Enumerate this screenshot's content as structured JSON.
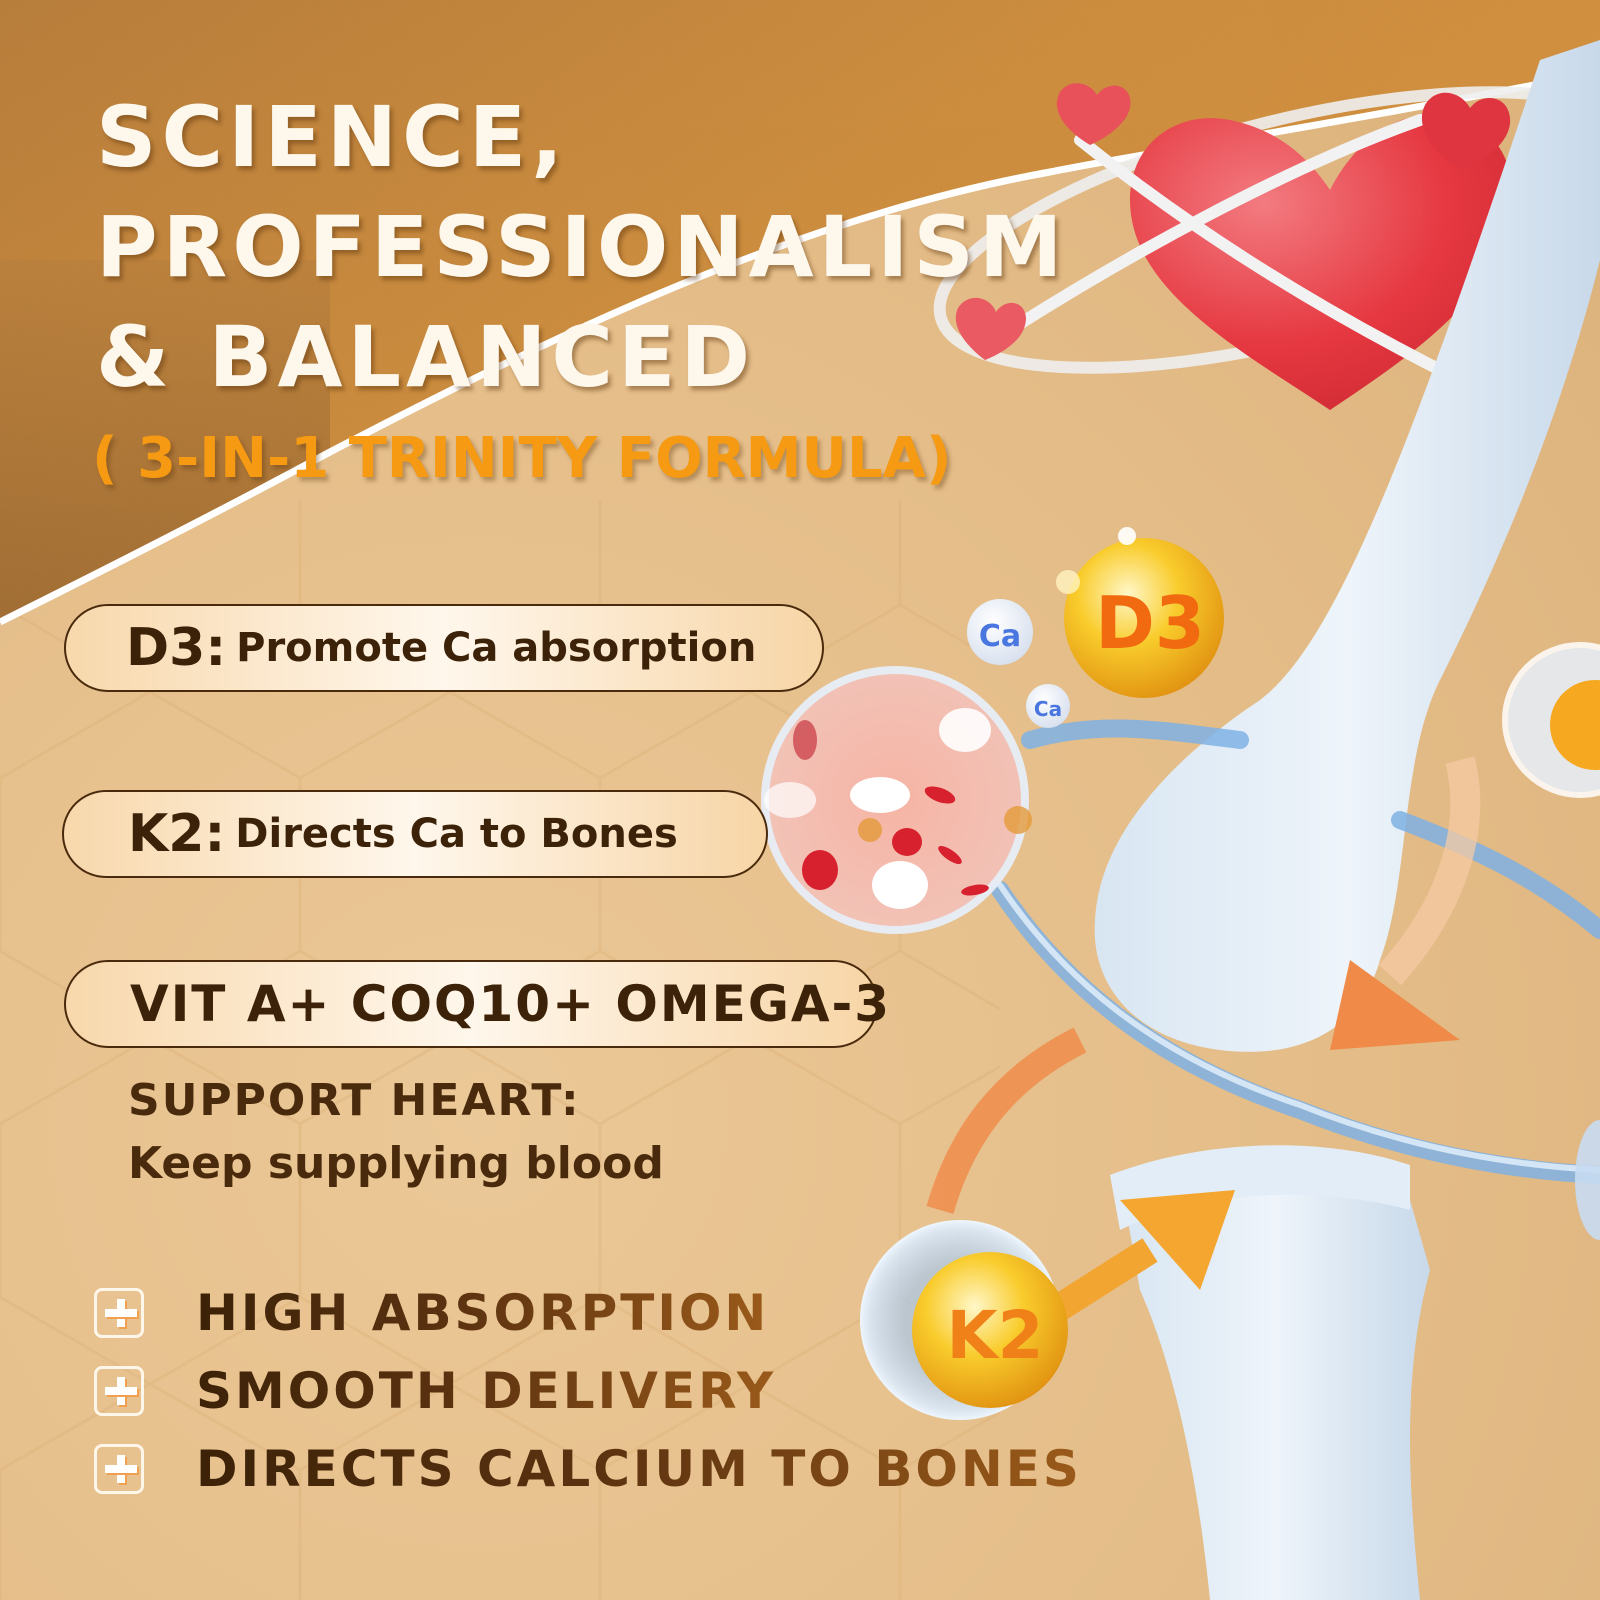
{
  "headline": {
    "lines": [
      "SCIENCE,",
      "PROFESSIONALISM",
      "& BALANCED"
    ],
    "subtitle": "( 3-IN-1 TRINITY FORMULA)"
  },
  "features": [
    {
      "key": "D3:",
      "text": "Promote Ca absorption"
    },
    {
      "key": "K2:",
      "text": "Directs Ca to Bones"
    },
    {
      "key": "",
      "text": "VIT A+ COQ10+ OMEGA-3"
    }
  ],
  "heart_support": {
    "title": "SUPPORT HEART:",
    "text": "Keep supplying blood"
  },
  "benefits": [
    {
      "icon": "plus-box-icon",
      "label": "HIGH ABSORPTION"
    },
    {
      "icon": "plus-box-icon",
      "label": "SMOOTH DELIVERY"
    },
    {
      "icon": "plus-box-icon",
      "label": "DIRECTS CALCIUM TO BONES"
    }
  ],
  "illustration": {
    "molecule_labels": {
      "d3": "D3",
      "k2": "K2",
      "ca_large": "Ca",
      "ca_small": "Ca"
    },
    "elements": [
      "heart-with-orbits",
      "bone-joint",
      "blood-cell-sphere",
      "vitamin-d3-capsule",
      "vitamin-k2-capsule",
      "calcium-ions",
      "blue-vessel-strands",
      "orange-arrows",
      "omega-capsule"
    ]
  },
  "colors": {
    "bg_top": "#c8852e",
    "bg_dark": "#8a5a2a",
    "bg_light": "#e6bf8c",
    "headline": "#fdf7ec",
    "subtitle": "#f59a12",
    "text_dark": "#3c2208",
    "heart_red": "#e53a45",
    "vitamin_orange": "#f26a10",
    "calcium_blue": "#4a76e0"
  }
}
